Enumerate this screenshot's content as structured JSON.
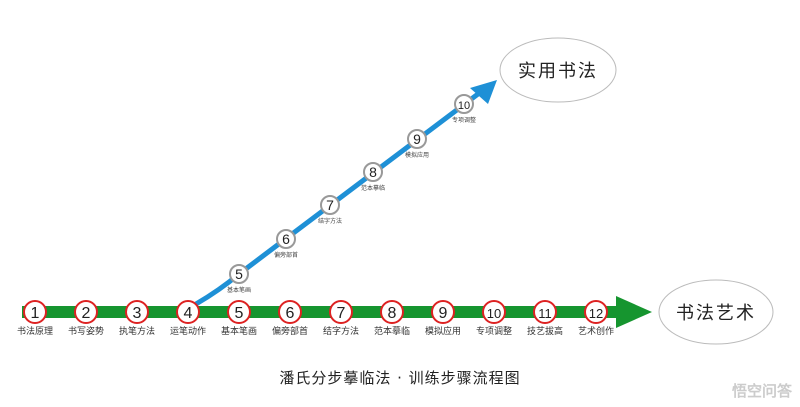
{
  "main_track": {
    "color": "#16952f",
    "steps": [
      {
        "n": "1",
        "label": "书法原理"
      },
      {
        "n": "2",
        "label": "书写姿势"
      },
      {
        "n": "3",
        "label": "执笔方法"
      },
      {
        "n": "4",
        "label": "运笔动作"
      },
      {
        "n": "5",
        "label": "基本笔画"
      },
      {
        "n": "6",
        "label": "偏旁部首"
      },
      {
        "n": "7",
        "label": "结字方法"
      },
      {
        "n": "8",
        "label": "范本摹临"
      },
      {
        "n": "9",
        "label": "模拟应用"
      },
      {
        "n": "10",
        "label": "专项调整"
      },
      {
        "n": "11",
        "label": "技艺拔高"
      },
      {
        "n": "12",
        "label": "艺术创作"
      }
    ],
    "goal": "书法艺术"
  },
  "branch_track": {
    "color": "#1e90d6",
    "steps": [
      {
        "n": "5",
        "label": "基本笔画"
      },
      {
        "n": "6",
        "label": "偏旁部首"
      },
      {
        "n": "7",
        "label": "结字方法"
      },
      {
        "n": "8",
        "label": "范本摹临"
      },
      {
        "n": "9",
        "label": "模拟应用"
      },
      {
        "n": "10",
        "label": "专项调整"
      }
    ],
    "goal": "实用书法"
  },
  "title": "潘氏分步摹临法 · 训练步骤流程图",
  "watermark": "悟空问答"
}
